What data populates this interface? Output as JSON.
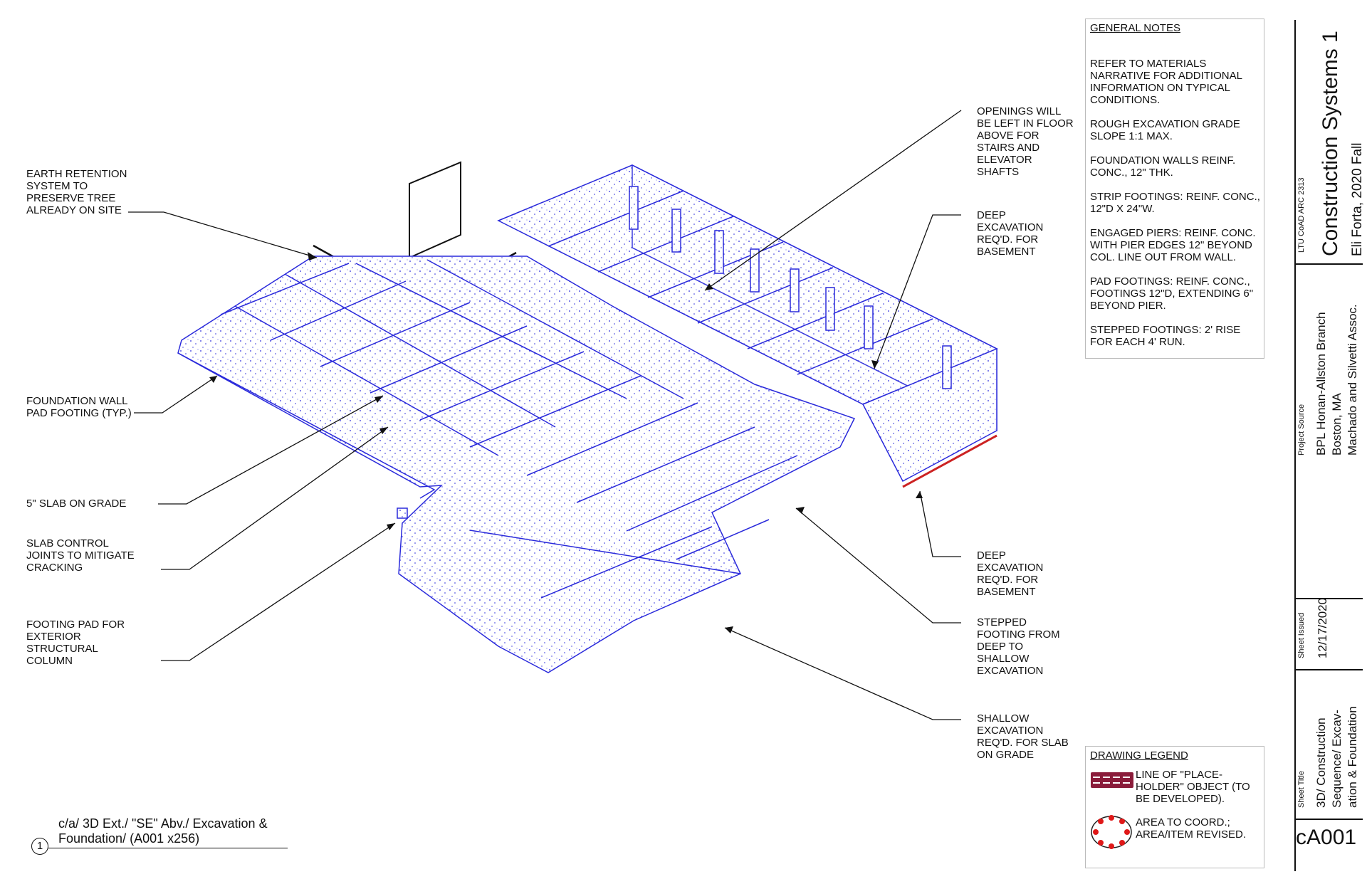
{
  "callouts": {
    "earth_retention": "EARTH RETENTION\nSYSTEM TO\nPRESERVE TREE\nALREADY ON SITE",
    "foundation_wall_pad": "FOUNDATION WALL\nPAD FOOTING (TYP.)",
    "slab_on_grade": "5\" SLAB ON GRADE",
    "slab_control_joints": "SLAB CONTROL\nJOINTS TO MITIGATE\nCRACKING",
    "footing_pad_column": "FOOTING PAD FOR\nEXTERIOR\nSTRUCTURAL\nCOLUMN",
    "openings": "OPENINGS WILL\nBE LEFT IN FLOOR\nABOVE FOR\nSTAIRS AND\nELEVATOR\nSHAFTS",
    "deep_excavation_1": "DEEP\nEXCAVATION\nREQ'D. FOR\nBASEMENT",
    "deep_excavation_2": "DEEP\nEXCAVATION\nREQ'D. FOR\nBASEMENT",
    "stepped_footing": "STEPPED\nFOOTING FROM\nDEEP TO\nSHALLOW\nEXCAVATION",
    "shallow_excavation": "SHALLOW\nEXCAVATION\nREQ'D. FOR SLAB\nON GRADE"
  },
  "general_notes": {
    "title": "GENERAL NOTES",
    "body": "REFER TO MATERIALS\nNARRATIVE FOR ADDITIONAL\nINFORMATION ON TYPICAL\nCONDITIONS.\n\nROUGH EXCAVATION GRADE\nSLOPE 1:1 MAX.\n\nFOUNDATION WALLS REINF.\nCONC., 12\" THK.\n\nSTRIP FOOTINGS: REINF. CONC.,\n12\"D X 24\"W.\n\nENGAGED PIERS: REINF. CONC.\nWITH PIER EDGES 12\" BEYOND\nCOL. LINE OUT FROM WALL.\n\nPAD FOOTINGS: REINF. CONC.,\nFOOTINGS 12\"D, EXTENDING 6\"\nBEYOND PIER.\n\nSTEPPED FOOTINGS: 2' RISE\nFOR EACH 4' RUN."
  },
  "legend": {
    "title": "DRAWING LEGEND",
    "placeholder_text": "LINE OF \"PLACE-\nHOLDER\" OBJECT (TO\nBE DEVELOPED).",
    "revised_text": "AREA TO COORD.;\nAREA/ITEM REVISED."
  },
  "title_block": {
    "course": "LTU CoAD ARC 2313",
    "course_title": "Construction Systems 1",
    "author": "Eli Forta, 2020 Fall",
    "project_source_label": "Project Source",
    "project_name": "BPL Honan-Allston Branch",
    "project_city": "Boston, MA",
    "project_architect": "Machado and Silvetti Assoc.",
    "sheet_issued_label": "Sheet Issued",
    "sheet_issued_date": "12/17/2020",
    "sheet_title_label": "Sheet Title",
    "sheet_title_1": "3D/ Construction",
    "sheet_title_2": "Sequence/ Excav-",
    "sheet_title_3": "ation & Foundation",
    "sheet_number": "cA001"
  },
  "view": {
    "number": "1",
    "title": "c/a/  3D Ext./ \"SE\" Abv./ Excavation &\nFoundation/ (A001 x256)"
  },
  "colors": {
    "model_blue": "#2a2adb",
    "placeholder_red": "#cc2222",
    "legend_bar": "#8a1c3a",
    "ink": "#111111"
  }
}
